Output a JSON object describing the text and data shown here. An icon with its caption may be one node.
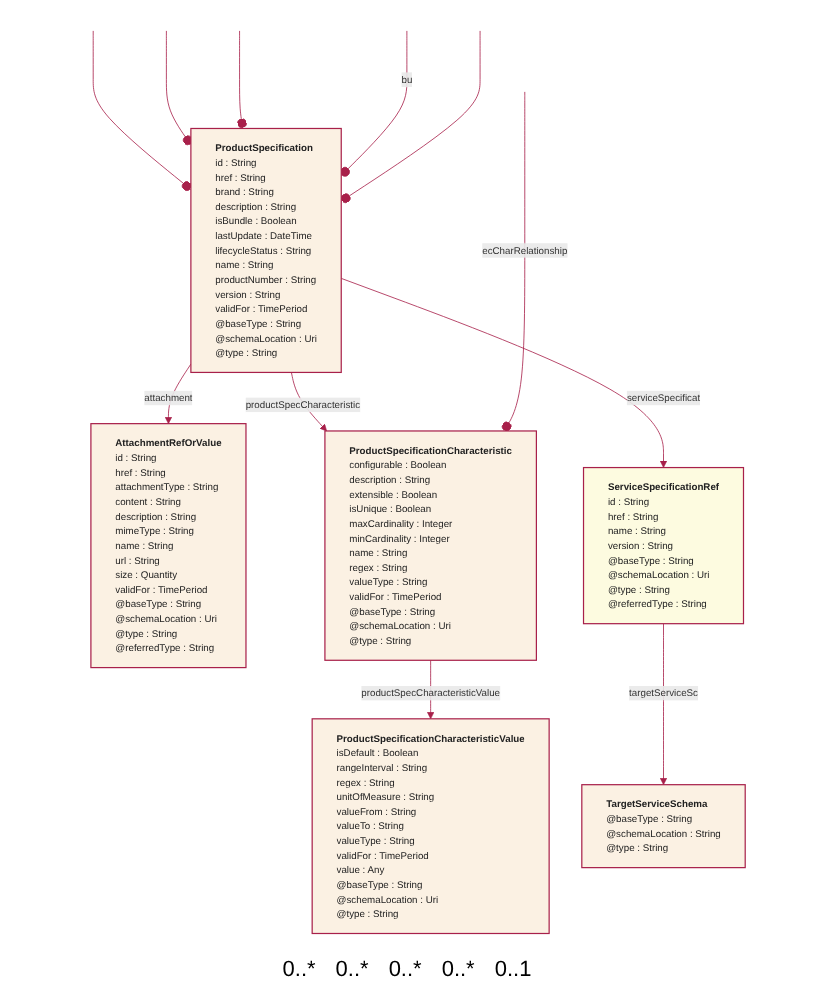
{
  "diagram": {
    "nodes": [
      {
        "text": [
          "AttachmentRefOrValue",
          "id : String",
          "href : String",
          "attachmentType : String",
          "content : String",
          "description : String",
          "mimeType : String",
          "name : String",
          "url : String",
          "size : Quantity",
          "validFor : TimePeriod",
          "@baseType : String",
          "@schemaLocation : Uri",
          "@type : String",
          "@referredType : String"
        ]
      },
      {
        "text": [
          "ProductSpecification",
          "id : String",
          "href : String",
          "brand : String",
          "description : String",
          "isBundle : Boolean",
          "lastUpdate : DateTime",
          "lifecycleStatus : String",
          "name : String",
          "productNumber : String",
          "version : String",
          "validFor : TimePeriod",
          "@baseType : String",
          "@schemaLocation : Uri",
          "@type : String"
        ]
      },
      {
        "text": [
          "ProductSpecificationCharacteristic",
          "configurable : Boolean",
          "description : String",
          "extensible : Boolean",
          "isUnique : Boolean",
          "maxCardinality : Integer",
          "minCardinality : Integer",
          "name : String",
          "regex : String",
          "valueType : String",
          "validFor : TimePeriod",
          "@baseType : String",
          "@schemaLocation : Uri",
          "@type : String"
        ]
      },
      {
        "text": [
          "ServiceSpecificationRef",
          "id : String",
          "href : String",
          "name : String",
          "version : String",
          "@baseType : String",
          "@schemaLocation : Uri",
          "@type : String",
          "@referredType : String"
        ]
      },
      {
        "text": [
          "ProductSpecificationCharacteristicValue",
          "isDefault : Boolean",
          "rangeInterval : String",
          "regex : String",
          "unitOfMeasure : String",
          "valueFrom : String",
          "valueTo : String",
          "valueType : String",
          "validFor : TimePeriod",
          "value : Any",
          "@baseType : String",
          "@schemaLocation : Uri",
          "@type : String"
        ]
      },
      {
        "text": [
          "TargetServiceSchema",
          "@baseType : String",
          "@schemaLocation : String",
          "@type : String"
        ]
      }
    ],
    "edges": [
      {
        "from": 1,
        "to": 0,
        "arrow": "to",
        "label": "attachment"
      },
      {
        "from": 1,
        "to": 2,
        "arrow": "to",
        "label": "productSpecCharacteristic"
      },
      {
        "from": 1,
        "to": 3,
        "arrow": "to",
        "label": "serviceSpecificat"
      },
      {
        "from": 2,
        "to": 4,
        "arrow": "to",
        "label": "productSpecCharacteristicValue"
      },
      {
        "from": 3,
        "to": 5,
        "arrow": "to",
        "label": "targetServiceSc"
      },
      {
        "from": 1,
        "to": null,
        "arrow": "other"
      },
      {
        "from": 1,
        "to": null,
        "arrow": "other"
      },
      {
        "from": 1,
        "to": null,
        "arrow": "other"
      },
      {
        "from": 1,
        "to": null,
        "arrow": "other",
        "label": "bu"
      },
      {
        "from": 1,
        "to": null,
        "arrow": "other"
      },
      {
        "from": 2,
        "to": null,
        "arrow": "other",
        "label": "ecCharRelationship"
      }
    ],
    "labels": [
      "0..*",
      "0..*",
      "0..*",
      "0..*",
      "0..1"
    ]
  }
}
